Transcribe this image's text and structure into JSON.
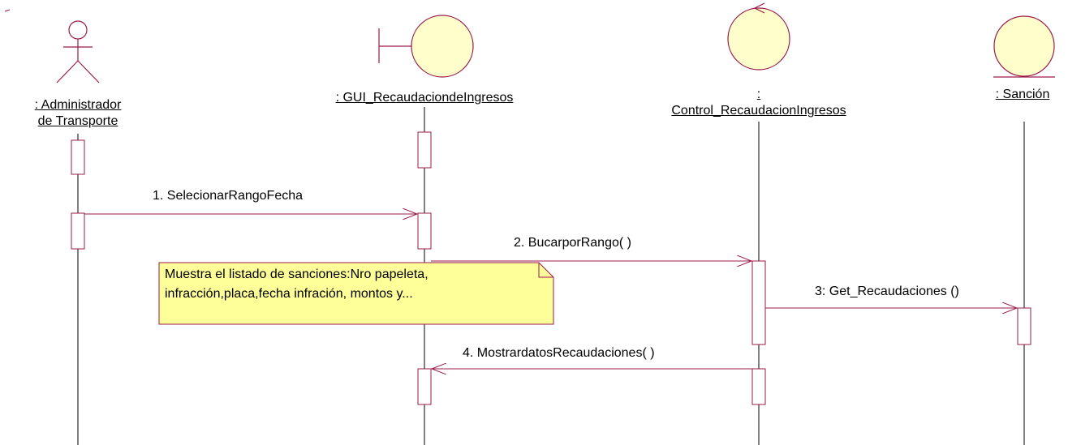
{
  "participants": {
    "admin": {
      "line1": ": Administrador",
      "line2": "de Transporte"
    },
    "gui": {
      "label": ": GUI_RecaudaciondeIngresos"
    },
    "control": {
      "line1": ":",
      "line2": "Control_RecaudacionIngresos"
    },
    "sancion": {
      "label": ": Sanción"
    }
  },
  "messages": {
    "m1": "1. SelecionarRangoFecha",
    "m2": "2. BucarporRango( )",
    "m3": "3: Get_Recaudaciones ()",
    "m4": "4. MostrardatosRecaudaciones( )"
  },
  "note": {
    "line1": "Muestra el listado de sanciones:Nro papeleta,",
    "line2": "infracción,placa,fecha infración, montos y..."
  },
  "colors": {
    "line": "#9b1b4b",
    "fill": "#ffffcc",
    "note_fill": "#ffff99",
    "note_border": "#9b1b4b",
    "lifeline": "#000000"
  }
}
